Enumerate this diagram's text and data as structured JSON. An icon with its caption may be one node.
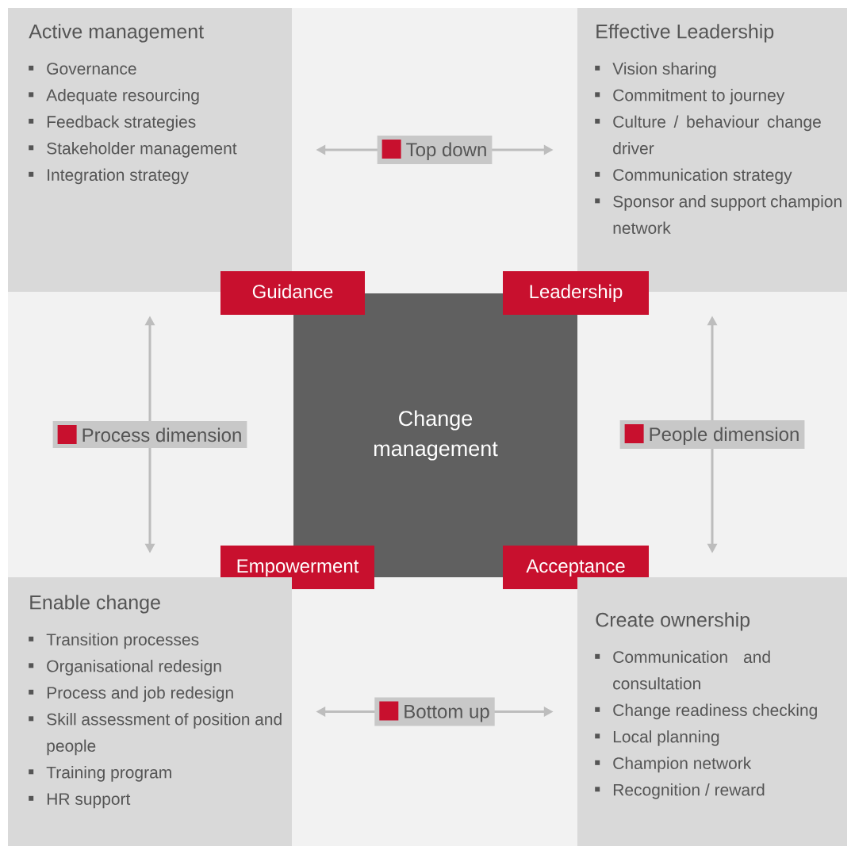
{
  "diagram": {
    "nodes": [
      {
        "text": [
          "Active management",
          "Governance",
          "Adequate resourcing",
          "Feedback strategies",
          "Stakeholder management",
          "Integration strategy"
        ]
      },
      {
        "text": [
          "Effective Leadership",
          "Vision sharing",
          "Commitment to journey",
          "Culture / behaviour change driver",
          "Communication strategy",
          "Sponsor and support champion network"
        ]
      },
      {
        "text": [
          "Guidance"
        ]
      },
      {
        "text": [
          "Leadership"
        ]
      },
      {
        "text": [
          "Change management"
        ]
      },
      {
        "text": [
          "Empowerment"
        ]
      },
      {
        "text": [
          "Acceptance"
        ]
      },
      {
        "text": [
          "Enable change",
          "Transition processes",
          "Organisational redesign",
          "Process and job redesign",
          "Skill assessment of position and people",
          "Training program",
          "HR support"
        ]
      },
      {
        "text": [
          "Create ownership",
          "Communication and consultation",
          "Change readiness checking",
          "Local planning",
          "Champion network",
          "Recognition / reward"
        ]
      }
    ],
    "edges": [
      {
        "from": 0,
        "to": 1,
        "arrow": "both",
        "label": "Top down"
      },
      {
        "from": 0,
        "to": 7,
        "arrow": "both",
        "label": "Process dimension"
      },
      {
        "from": 1,
        "to": 8,
        "arrow": "both",
        "label": "People dimension"
      },
      {
        "from": 7,
        "to": 8,
        "arrow": "both",
        "label": "Bottom up"
      }
    ]
  }
}
